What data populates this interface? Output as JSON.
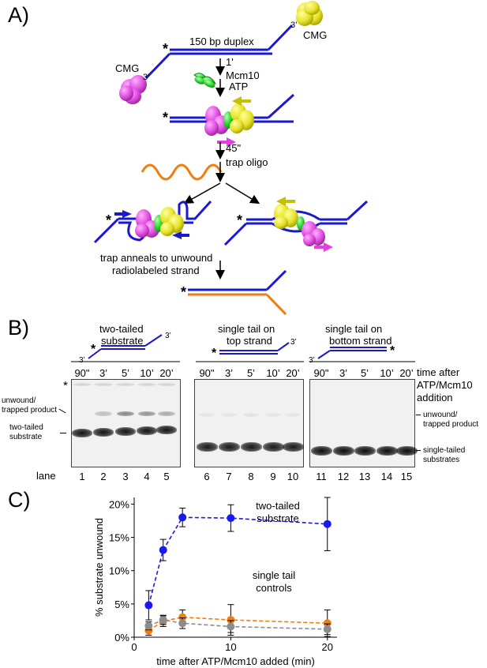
{
  "panelA": {
    "letter": "A)",
    "duplex_label": "150 bp duplex",
    "cmg": "CMG",
    "three_prime": "3’",
    "time1": "1'",
    "mcm10": "Mcm10",
    "atp": "ATP",
    "time2": "45\"",
    "trap_oligo": "trap oligo",
    "trap_text_1": "trap anneals to unwound",
    "trap_text_2": "radiolabeled strand",
    "star": "*"
  },
  "panelB": {
    "letter": "B)",
    "groups": [
      {
        "title": [
          "two-tailed",
          "substrate"
        ]
      },
      {
        "title": [
          "single tail on",
          "top strand"
        ]
      },
      {
        "title": [
          "single tail on",
          "bottom strand"
        ]
      }
    ],
    "time_points": [
      "90\"",
      "3’",
      "5’",
      "10’",
      "20’"
    ],
    "time_axis_label": [
      "time after",
      "ATP/Mcm10",
      "addition"
    ],
    "lane_label": "lane",
    "lanes": [
      "1",
      "2",
      "3",
      "4",
      "5",
      "6",
      "7",
      "8",
      "9",
      "10",
      "11",
      "12",
      "13",
      "14",
      "15"
    ],
    "left_labels": {
      "star": "*",
      "product": [
        "unwound/",
        "trapped product"
      ],
      "substrate": [
        "two-tailed",
        "substrate"
      ]
    },
    "right_labels": {
      "product": [
        "unwound/",
        "trapped product"
      ],
      "substrate": [
        "single-tailed",
        "substrates"
      ]
    }
  },
  "chart_data": {
    "type": "scatter",
    "panel_letter": "C)",
    "xlabel": "time after ATP/Mcm10 added (min)",
    "ylabel": "% substrate unwound",
    "xlim": [
      0,
      21
    ],
    "ylim": [
      0,
      21
    ],
    "xticks": [
      0,
      10,
      20
    ],
    "yticks": [
      0,
      5,
      10,
      15,
      20
    ],
    "ytick_labels": [
      "0%",
      "5%",
      "10%",
      "15%",
      "20%"
    ],
    "annotations": [
      {
        "text": [
          "two-tailed",
          "substrate"
        ]
      },
      {
        "text": [
          "single tail",
          "controls"
        ]
      }
    ],
    "series": [
      {
        "color": "#1a1af0",
        "x": [
          1.5,
          3,
          5,
          10,
          20
        ],
        "y": [
          4.8,
          13.1,
          18.0,
          17.9,
          17.0
        ],
        "err": [
          2.2,
          1.6,
          1.4,
          2.0,
          4.0
        ]
      },
      {
        "color": "#f07d10",
        "x": [
          1.5,
          3,
          5,
          10,
          20
        ],
        "y": [
          1.0,
          2.4,
          3.0,
          2.6,
          2.1
        ],
        "err": [
          0.7,
          0.8,
          1.1,
          2.3,
          2.0
        ]
      },
      {
        "color": "#8c8c8c",
        "x": [
          1.5,
          3,
          5,
          10,
          20
        ],
        "y": [
          1.7,
          2.6,
          2.1,
          1.6,
          1.2
        ],
        "err": [
          0.6,
          0.7,
          0.8,
          0.9,
          0.8
        ]
      }
    ]
  }
}
